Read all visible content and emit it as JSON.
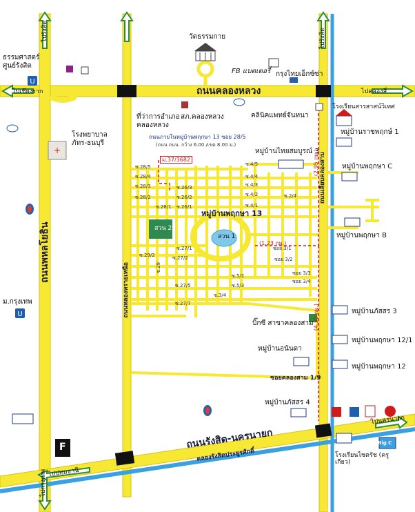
{
  "roads": {
    "khlong_luang": "ถนนคลองหลวง",
    "phahon_yothin": "ถนนพหลโยธิน",
    "rangsit_nakhon_nayok": "ถนนรังสิต-นครนายก",
    "khlong_rangsit_prasert": "คลองรังสิตประยูรศักดิ์",
    "left_inner_road": "ถนนหลองทรายเหนือ",
    "right_inner_road": "ถนนเลียบคลองสาม",
    "soi_khlong_sam": "ซอยคลองสาม 1/9"
  },
  "directions": {
    "to_rangsit_top_left": "ไปรังสิต",
    "to_rangsit_top_right": "ไปรังสิต",
    "to_chiang_rak": "ไปเชียงราก",
    "to_khlong_si": "ไปคลองสี่",
    "to_pathum_thani": "ไปปทุมธานี",
    "to_bangkok": "ไปกรุงเทพ",
    "to_nakhon_nayok": "ไปนครนายก"
  },
  "places": {
    "wat": "วัดธรรมกาย",
    "dhammasat": "ธรรมศาสตร์ศูนย์รังสิต",
    "fb_battery": "FB แบตเตอรี่",
    "krungthai": "กรุงไทยเอ็กซ์ซ่า",
    "district_office": "ที่ว่าการอำเภอ\nคลองหลวง",
    "police": "สภ.คลองหลวง",
    "clinic": "คลินิคแพทย์จันทนา",
    "school_top": "โรงเรียนสารสาสน์วิเทศ",
    "hospital": "โรงพยาบาลภัทร-ธนบุรี",
    "mkrungthep": "ม.กรุงเทพ",
    "bigc": "บิ๊กซี สาขาคลองสาม",
    "school_bottom": "โรงเรียนไชตรัช (ครูเกียว)",
    "big_c_logo": "Big C",
    "f_logo": "F"
  },
  "villages": {
    "pruksa13": "หมู่บ้านพฤกษา 13",
    "thaisomboon3": "หมู่บ้านไทยสมบูรณ์ 3",
    "ratchapruk1": "หมู่บ้านราชพฤกษ์ 1",
    "pruksaC": "หมู่บ้านพฤกษา C",
    "pruksaB": "หมู่บ้านพฤกษา B",
    "passorn3": "หมู่บ้านภัสสร 3",
    "pruksa12_1": "หมู่บ้านพฤกษา 12/1",
    "annanda": "หมู่บ้านอนันดา",
    "pruksa12": "หมู่บ้านพฤกษา 12",
    "passorn4": "หมู่บ้านภัสสร 4"
  },
  "header_note": {
    "title": "ถนนภายในหมู่บ้านพฤกษา 13 ซอย 28/5",
    "subtitle": "(ถนน ถนน. กว้าง 6.00 /เขต 8.00 ม.)"
  },
  "target_label": "ม.37/3682",
  "parks": {
    "park1": "สวน 1",
    "park2": "สวน 2"
  },
  "distances": {
    "d1": "(2.95 กม.)",
    "d2": "(1.23 กม.)",
    "d3": "(4.30 กม.)"
  },
  "sois": {
    "s28_5": "ซ.28/5",
    "s28_4": "ซ.28/4",
    "s28_3": "ซ.28/3",
    "s28_2": "ซ.28/2",
    "s28_1": "ซ.28/1",
    "s26_3": "ซ.26/3",
    "s26_2": "ซ.26/2",
    "s26_1": "ซ.26/1",
    "s4_5": "ซ.4/5",
    "s4_4": "ซ.4/4",
    "s4_3": "ซ.4/3",
    "s4_2": "ซ.4/2",
    "s4_1": "ซ.4/1",
    "s2_4": "ซ.2/4",
    "s29_2": "ซ.29/2",
    "s27_1": "ซ.27/1",
    "s27_2": "ซ.27/2",
    "s27_5": "ซ.27/5",
    "s27_7": "ซ.27/7",
    "s29": "ซ.29",
    "s5_2": "ซ.5/2",
    "s5_3": "ซ.5/3",
    "s3_4": "ซ.3/4",
    "soi3_1": "ซอย 3/1",
    "soi3_2": "ซอย 3/2",
    "soi3_3": "ซอย 3/3",
    "soi3_4": "ซอย 3/4"
  },
  "colors": {
    "road": "#f6e833",
    "road_edge": "#d7c21a",
    "canal": "#3aa0e0",
    "red_route": "#d11b1b",
    "park": "#2f8a52",
    "arrow": "#2e8b3a"
  }
}
